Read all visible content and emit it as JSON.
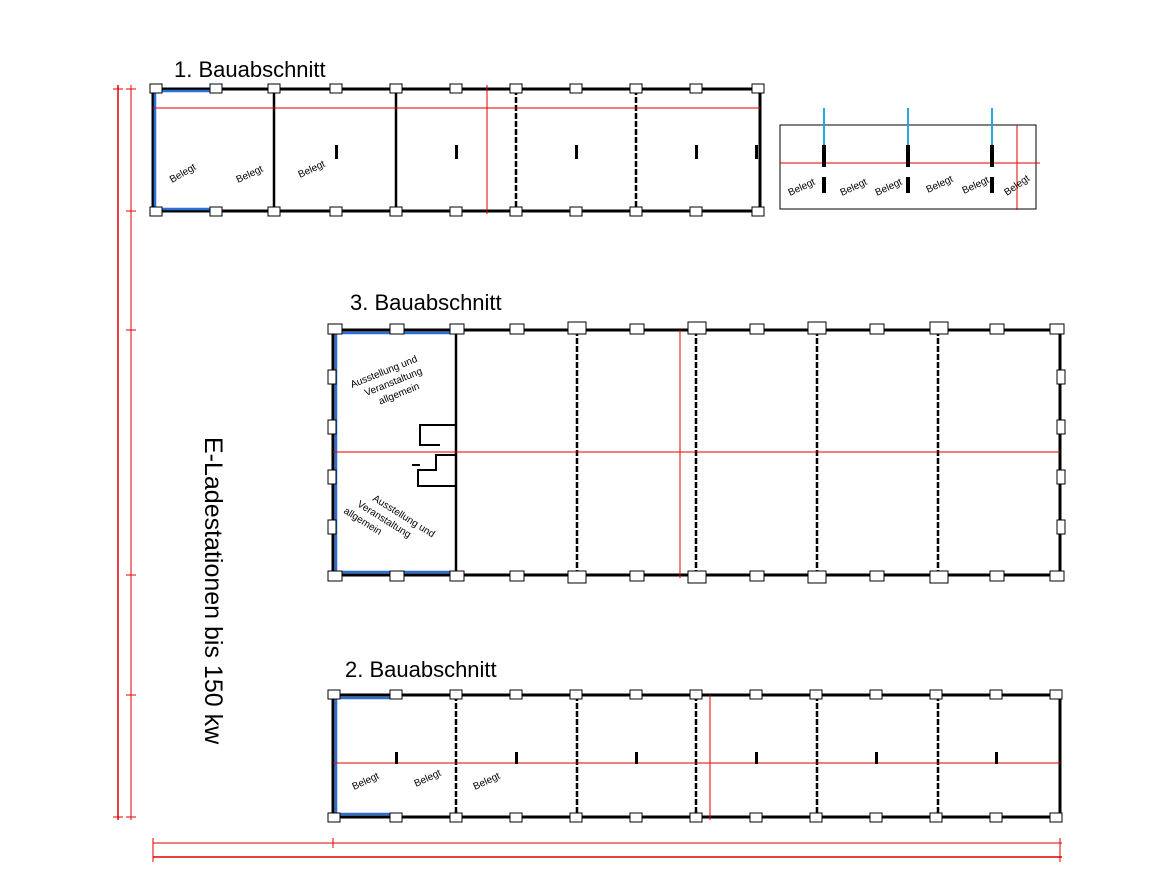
{
  "sections": {
    "first": {
      "title": "1. Bauabschnitt"
    },
    "third": {
      "title": "3. Bauabschnitt"
    },
    "second": {
      "title": "2. Bauabschnitt"
    }
  },
  "side_label": "E-Ladestationen bis 150 kw",
  "room_labels": {
    "occupied": "Belegt",
    "exhibition_lines": [
      "Ausstellung und",
      "Veranstaltung",
      "allgemein"
    ]
  },
  "colors": {
    "wall": "#000000",
    "dimension": "#e00000",
    "highlight": "#2a6fd6",
    "pole": "#2aa6e0",
    "column_fill": "#ffffff"
  }
}
